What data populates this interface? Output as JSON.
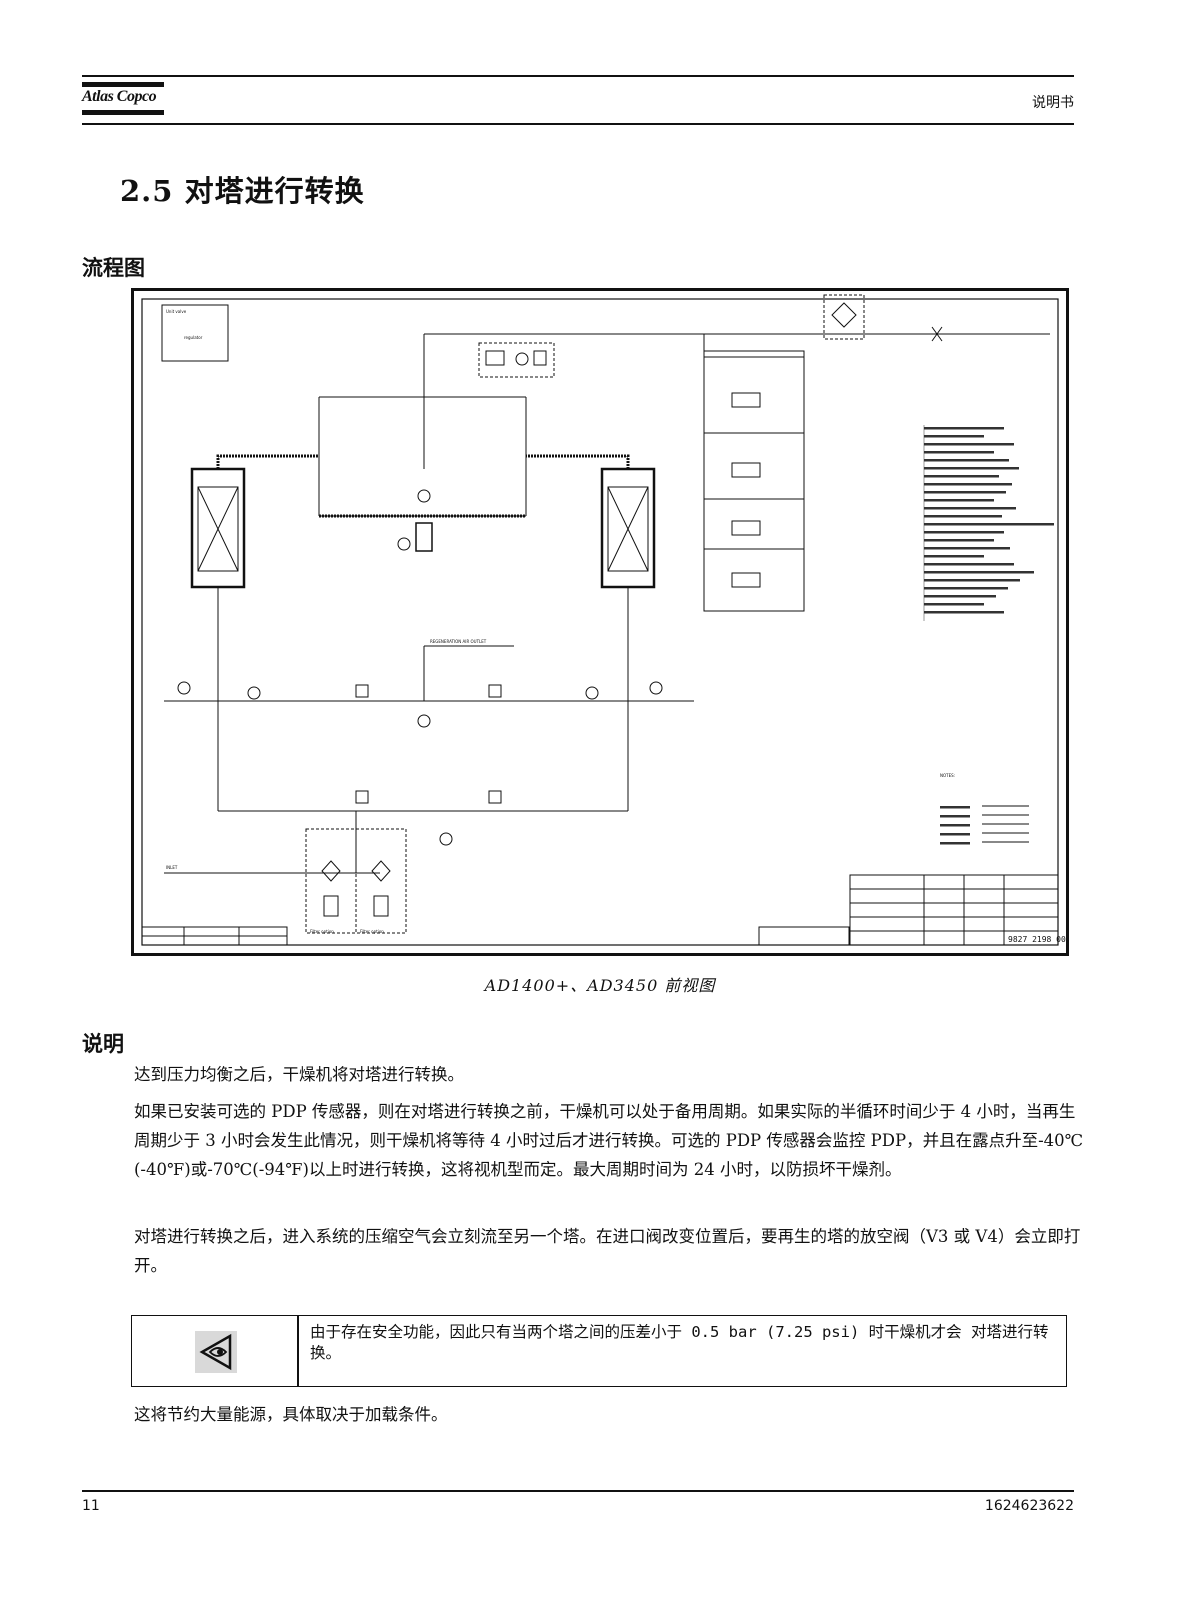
{
  "header": {
    "brand": "Atlas Copco",
    "doc_type": "说明书"
  },
  "section": {
    "number": "2.5",
    "title": "对塔进行转换"
  },
  "flow_chart": {
    "heading": "流程图",
    "caption": "AD1400+、AD3450 前视图",
    "labels": {
      "reg_box_title": "Unit valve",
      "reg_box_sub": "regulator",
      "outlet": "REGENERATION AIR OUTLET",
      "inlet": "INLET",
      "drawing_number": "9827 2198 00",
      "notes": "NOTES:",
      "filter_left": "Filter option",
      "filter_right": "Filter option"
    }
  },
  "description": {
    "heading": "说明",
    "paragraphs": [
      "达到压力均衡之后，干燥机将对塔进行转换。",
      "如果已安装可选的 PDP 传感器，则在对塔进行转换之前，干燥机可以处于备用周期。如果实际的半循环时间少于 4 小时，当再生周期少于 3 小时会发生此情况，则干燥机将等待 4 小时过后才进行转换。可选的 PDP 传感器会监控 PDP，并且在露点升至-40℃(-40℉)或-70℃(-94℉)以上时进行转换，这将视机型而定。最大周期时间为 24 小时，以防损坏干燥剂。",
      "对塔进行转换之后，进入系统的压缩空气会立刻流至另一个塔。在进口阀改变位置后，要再生的塔的放空阀（V3 或 V4）会立即打开。"
    ],
    "note": "由于存在安全功能，因此只有当两个塔之间的压差小于 0.5 bar (7.25 psi) 时干燥机才会 对塔进行转换。",
    "note_icon": "eye-warning-icon",
    "after_note": "这将节约大量能源，具体取决于加载条件。"
  },
  "footer": {
    "page_number": "11",
    "doc_number": "1624623622"
  }
}
